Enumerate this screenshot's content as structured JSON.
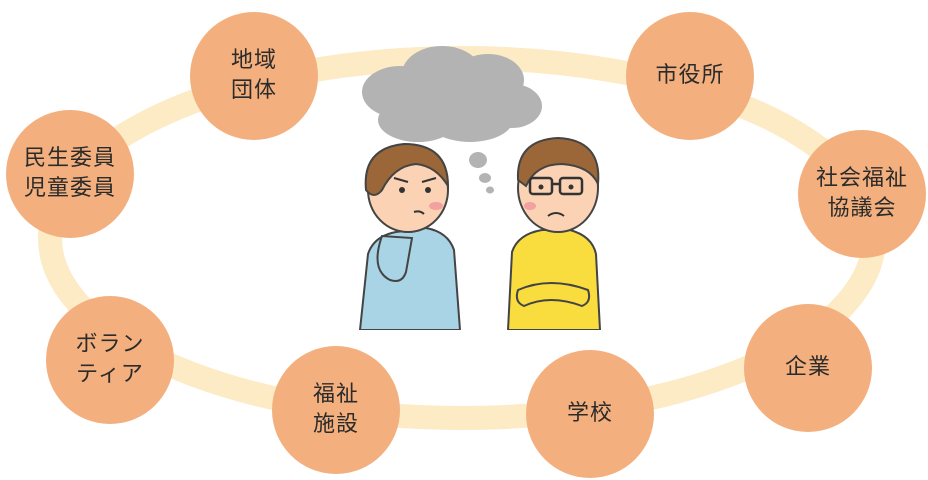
{
  "colors": {
    "node": "#f3b07e",
    "ring": "#fcebc4",
    "cloud": "#b3b3b3",
    "woman_shirt": "#a9d4e5",
    "man_shirt": "#f9dc3d",
    "hair": "#9b6738"
  },
  "nodes": [
    {
      "id": "chiiki",
      "lines": [
        "地域",
        "団体"
      ]
    },
    {
      "id": "shiyakusho",
      "lines": [
        "市役所"
      ]
    },
    {
      "id": "minsei",
      "lines": [
        "民生委員",
        "児童委員"
      ]
    },
    {
      "id": "shakyo",
      "lines": [
        "社会福祉",
        "協議会"
      ]
    },
    {
      "id": "volunteer",
      "lines": [
        "ボラン",
        "ティア"
      ]
    },
    {
      "id": "kigyo",
      "lines": [
        "企業"
      ]
    },
    {
      "id": "fukushi",
      "lines": [
        "福祉",
        "施設"
      ]
    },
    {
      "id": "gakko",
      "lines": [
        "学校"
      ]
    }
  ],
  "illustration": {
    "woman_icon": "thinking-woman-icon",
    "man_icon": "worried-man-icon",
    "cloud_icon": "thought-cloud-icon"
  }
}
